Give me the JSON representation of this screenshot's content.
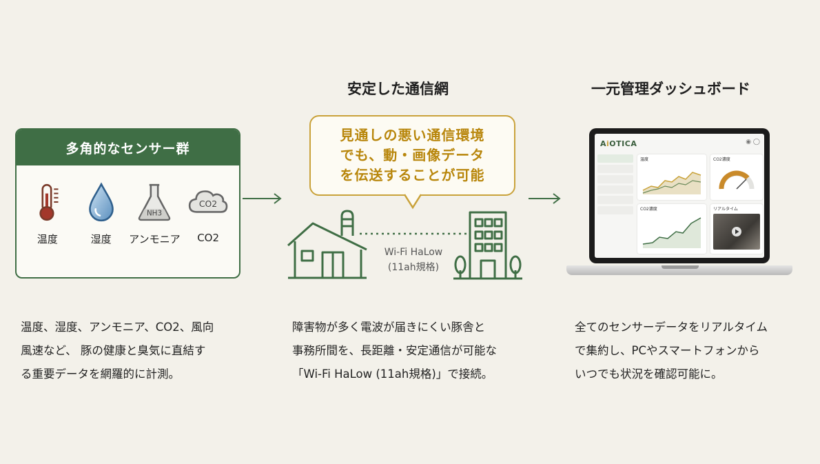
{
  "sensors": {
    "title": "多角的なセンサー群",
    "items": [
      {
        "label": "温度",
        "icon": "thermometer-icon"
      },
      {
        "label": "湿度",
        "icon": "water-drop-icon"
      },
      {
        "label": "アンモニア",
        "icon": "flask-nh3-icon",
        "formula": "NH3"
      },
      {
        "label": "CO2",
        "icon": "co2-cloud-icon",
        "formula": "CO2"
      }
    ],
    "description": [
      "温度、湿度、アンモニア、CO2、風向",
      "風速など、 豚の健康と臭気に直結す",
      "る重要データを網羅的に計測。"
    ]
  },
  "network": {
    "title": "安定した通信網",
    "bubble": [
      "見通しの悪い通信環境",
      "でも、動・画像データ",
      "を伝送することが可能"
    ],
    "link_label": [
      "Wi-Fi HaLow",
      "(11ah規格)"
    ],
    "description": [
      "障害物が多く電波が届きにくい豚舎と",
      "事務所間を、長距離・安定通信が可能な",
      "「Wi-Fi HaLow (11ah規格)」で接続。"
    ]
  },
  "dashboard": {
    "title": "一元管理ダッシュボード",
    "app_name_prefix": "A",
    "app_name_accent": "i",
    "app_name_suffix": "OTICA",
    "panels": {
      "temperature": "温度",
      "co2_gauge": "CO2濃度",
      "co2_chart": "CO2濃度",
      "realtime": "リアルタイム"
    },
    "description": [
      "全てのセンサーデータをリアルタイム",
      "で集約し、PCやスマートフォンから",
      "いつでも状況を確認可能に。"
    ]
  },
  "colors": {
    "green": "#3f6e45",
    "gold": "#c9a23a",
    "background": "#f3f1ea"
  }
}
